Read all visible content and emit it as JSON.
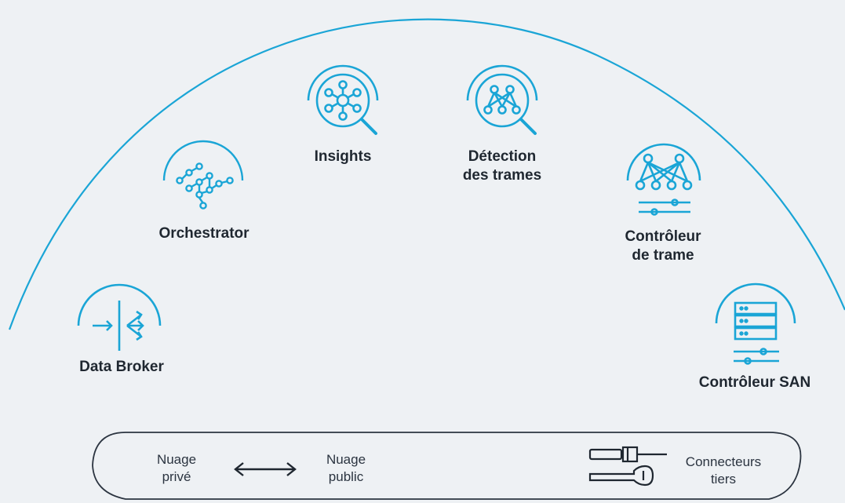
{
  "diagram": {
    "accent_color": "#1aa5d6",
    "line_color": "#1f2730",
    "modules": [
      {
        "id": "insights",
        "label": "Insights",
        "icon": "network-search-icon"
      },
      {
        "id": "detection",
        "label": "Détection\ndes trames",
        "icon": "fabric-search-icon"
      },
      {
        "id": "orchestrator",
        "label": "Orchestrator",
        "icon": "orchestrator-icon"
      },
      {
        "id": "fabric-controller",
        "label": "Contrôleur\nde trame",
        "icon": "fabric-controller-icon"
      },
      {
        "id": "data-broker",
        "label": "Data Broker",
        "icon": "data-broker-icon"
      },
      {
        "id": "san-controller",
        "label": "Contrôleur SAN",
        "icon": "san-controller-icon"
      }
    ],
    "bottom_bar": {
      "private_cloud": "Nuage\nprivé",
      "public_cloud": "Nuage\npublic",
      "arrow_icon": "bidirectional-arrow-icon",
      "connectors": "Connecteurs\ntiers",
      "connectors_icon": "cable-wrench-icon"
    }
  }
}
